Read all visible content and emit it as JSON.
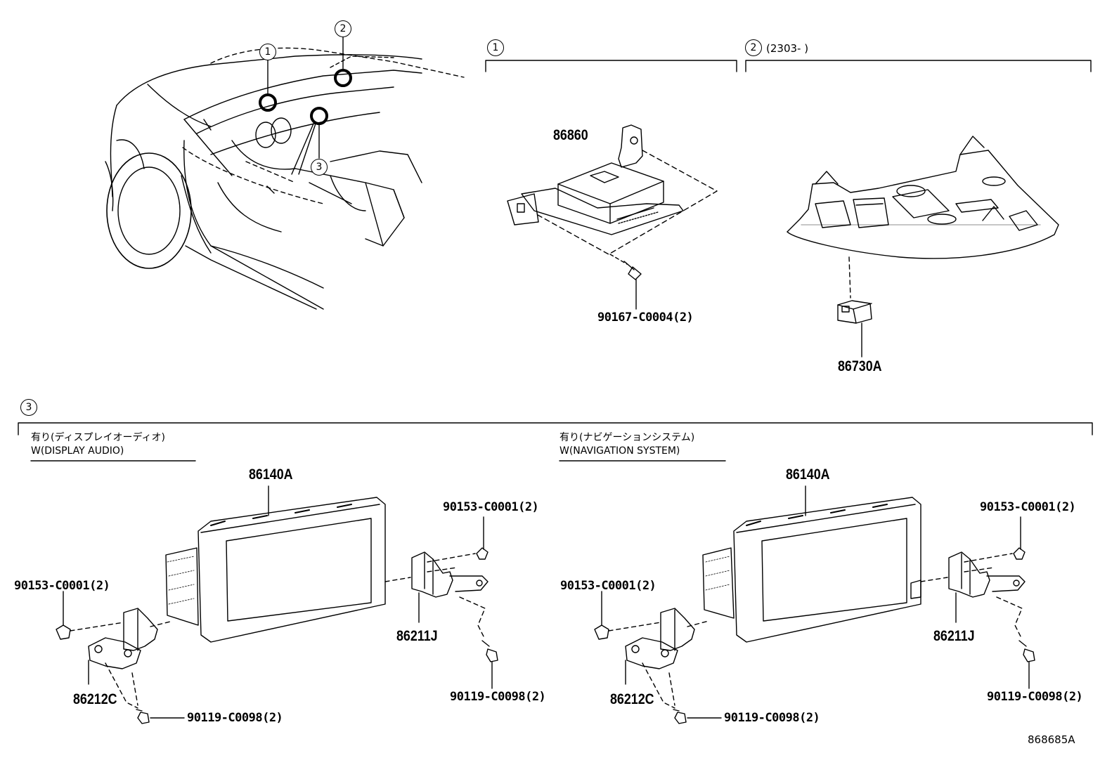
{
  "callouts": {
    "one": "1",
    "two": "2",
    "three": "3"
  },
  "sections": {
    "s1_marker": "1",
    "s2_marker": "2",
    "s2_date": "(2303-      )",
    "s3_marker": "3",
    "left_note_jp": "有り(ディスプレイオーディオ)",
    "left_note_en": "W(DISPLAY AUDIO)",
    "right_note_jp": "有り(ナビゲーションシステム)",
    "right_note_en": "W(NAVIGATION SYSTEM)"
  },
  "parts": {
    "p86860": "86860",
    "p90167": "90167-C0004(2)",
    "p86730A": "86730A",
    "left_86140A": "86140A",
    "left_90153_top": "90153-C0001(2)",
    "left_90153_side": "90153-C0001(2)",
    "left_86211J": "86211J",
    "left_86212C": "86212C",
    "left_90119_right": "90119-C0098(2)",
    "left_90119_bottom": "90119-C0098(2)",
    "right_86140A": "86140A",
    "right_90153_top": "90153-C0001(2)",
    "right_90153_side": "90153-C0001(2)",
    "right_86211J": "86211J",
    "right_86212C": "86212C",
    "right_90119_right": "90119-C0098(2)",
    "right_90119_bottom": "90119-C0098(2)"
  },
  "diagram_id": "868685A"
}
